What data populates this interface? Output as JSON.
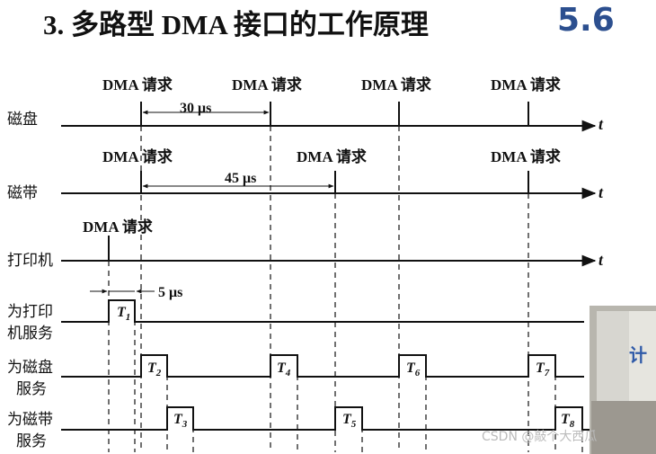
{
  "title": "3. 多路型 DMA 接口的工作原理",
  "section": "5.6",
  "dma_request_label": "DMA 请求",
  "time_symbol": "t",
  "lanes": [
    {
      "label_lines": [
        "磁盘"
      ]
    },
    {
      "label_lines": [
        "磁带"
      ]
    },
    {
      "label_lines": [
        "打印机"
      ]
    },
    {
      "label_lines": [
        "为打印",
        "机服务"
      ]
    },
    {
      "label_lines": [
        "为磁盘",
        "服务"
      ]
    },
    {
      "label_lines": [
        "为磁带",
        "服务"
      ]
    }
  ],
  "intervals": {
    "disk": "30 μs",
    "tape": "45 μs",
    "printer": "5 μs"
  },
  "service_slots": [
    {
      "letter": "T",
      "sub": "1"
    },
    {
      "letter": "T",
      "sub": "2"
    },
    {
      "letter": "T",
      "sub": "3"
    },
    {
      "letter": "T",
      "sub": "4"
    },
    {
      "letter": "T",
      "sub": "5"
    },
    {
      "letter": "T",
      "sub": "6"
    },
    {
      "letter": "T",
      "sub": "7"
    },
    {
      "letter": "T",
      "sub": "8"
    }
  ],
  "photo_text": "计",
  "watermark": "CSDN @敲个大西瓜"
}
